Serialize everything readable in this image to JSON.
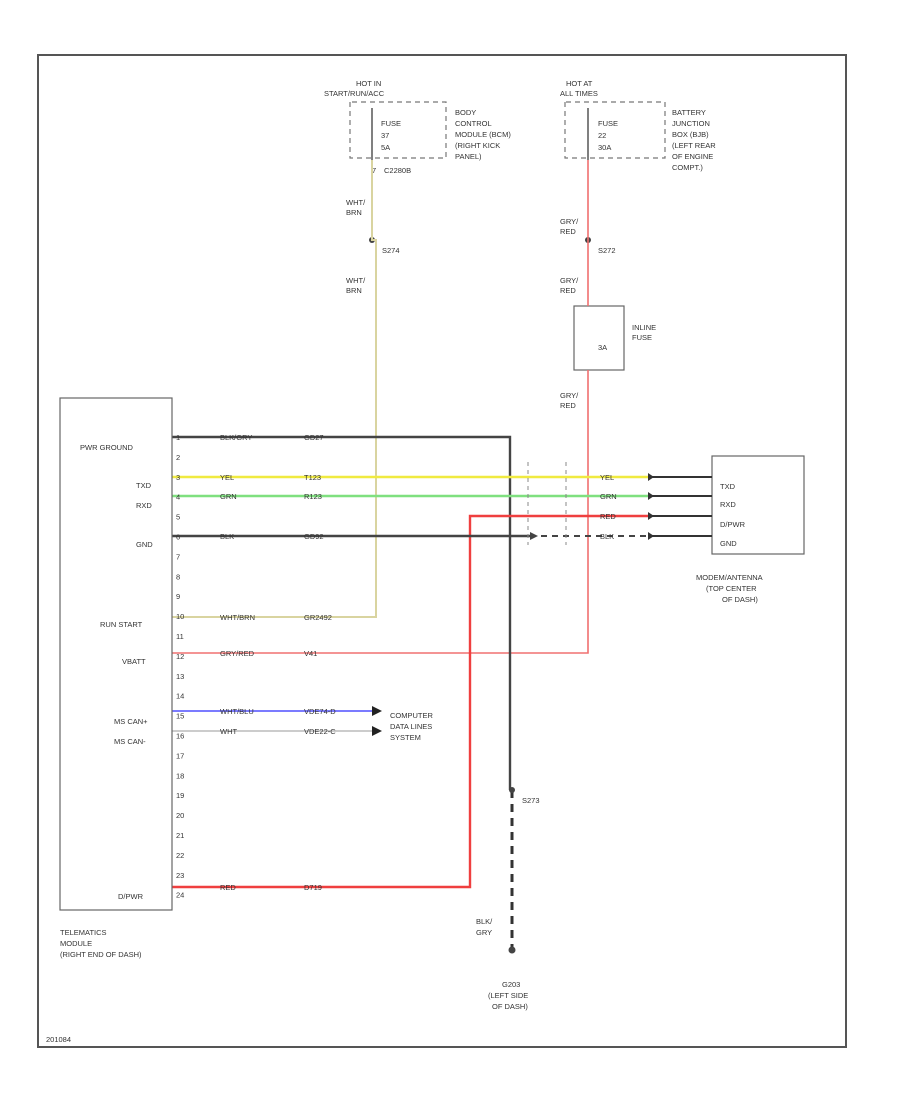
{
  "fuse_left": {
    "hot_label": [
      "HOT IN",
      "START/RUN/ACC"
    ],
    "fuse_lines": [
      "FUSE",
      "37",
      "5A"
    ],
    "desc": [
      "BODY",
      "CONTROL",
      "MODULE (BCM)",
      "(RIGHT KICK",
      "PANEL)"
    ],
    "connector": "C2280B",
    "wire_top": [
      "WHT/",
      "BRN"
    ],
    "splice": "S274",
    "wire_bottom": [
      "WHT/",
      "BRN"
    ]
  },
  "fuse_right": {
    "hot_label": [
      "HOT AT",
      "ALL TIMES"
    ],
    "fuse_lines": [
      "FUSE",
      "22",
      "30A"
    ],
    "desc": [
      "BATTERY",
      "JUNCTION",
      "BOX (BJB)",
      "(LEFT REAR",
      "OF ENGINE",
      "COMPT.)"
    ],
    "wire_top": [
      "GRY/",
      "RED"
    ],
    "splice": "S272",
    "wire_mid": [
      "GRY/",
      "RED"
    ],
    "inline_fuse_value": "3A",
    "inline_fuse_label": [
      "INLINE",
      "FUSE"
    ],
    "wire_bottom": [
      "GRY/",
      "RED"
    ]
  },
  "telematics": {
    "pin_labels": {
      "pwr_ground": "PWR GROUND",
      "txd": "TXD",
      "rxd": "RXD",
      "gnd": "GND",
      "run_start": "RUN START",
      "vbatt": "VBATT",
      "ms_can_h": "MS CAN+",
      "ms_can_l": "MS CAN-",
      "dpwr": "D/PWR"
    },
    "pins": [
      "1",
      "2",
      "3",
      "4",
      "5",
      "6",
      "7",
      "8",
      "9",
      "10",
      "11",
      "12",
      "13",
      "14",
      "15",
      "16",
      "17",
      "18",
      "19",
      "20",
      "21",
      "22",
      "23",
      "24"
    ],
    "name": [
      "TELEMATICS",
      "MODULE",
      "(RIGHT END OF DASH)"
    ]
  },
  "wires": {
    "w1": {
      "color": "BLK/GRY",
      "circuit": "GD27"
    },
    "w3": {
      "color": "YEL",
      "circuit": "T123"
    },
    "w4": {
      "color": "GRN",
      "circuit": "R123"
    },
    "w6": {
      "color": "BLK",
      "circuit": "GD92"
    },
    "w10": {
      "color": "WHT/BRN",
      "circuit": "GR2492"
    },
    "w12": {
      "color": "GRY/RED",
      "circuit": "V41"
    },
    "w15": {
      "color": "WHT/BLU",
      "circuit": "VDE74-D"
    },
    "w16": {
      "color": "WHT",
      "circuit": "VDE22-C"
    },
    "w24": {
      "color": "RED",
      "circuit": "D719"
    }
  },
  "computer_data": [
    "COMPUTER",
    "DATA LINES",
    "SYSTEM"
  ],
  "antenna": {
    "pins": [
      "TXD",
      "RXD",
      "D/PWR",
      "GND"
    ],
    "wire_colors": [
      "YEL",
      "GRN",
      "RED",
      "BLK"
    ],
    "name": [
      "MODEM/ANTENNA",
      "(TOP CENTER",
      "OF DASH)"
    ]
  },
  "ground": {
    "splice": "S273",
    "wire": [
      "BLK/",
      "GRY"
    ],
    "point": "G203",
    "location": [
      "(LEFT SIDE",
      "OF DASH)"
    ]
  },
  "page_code": "201084"
}
